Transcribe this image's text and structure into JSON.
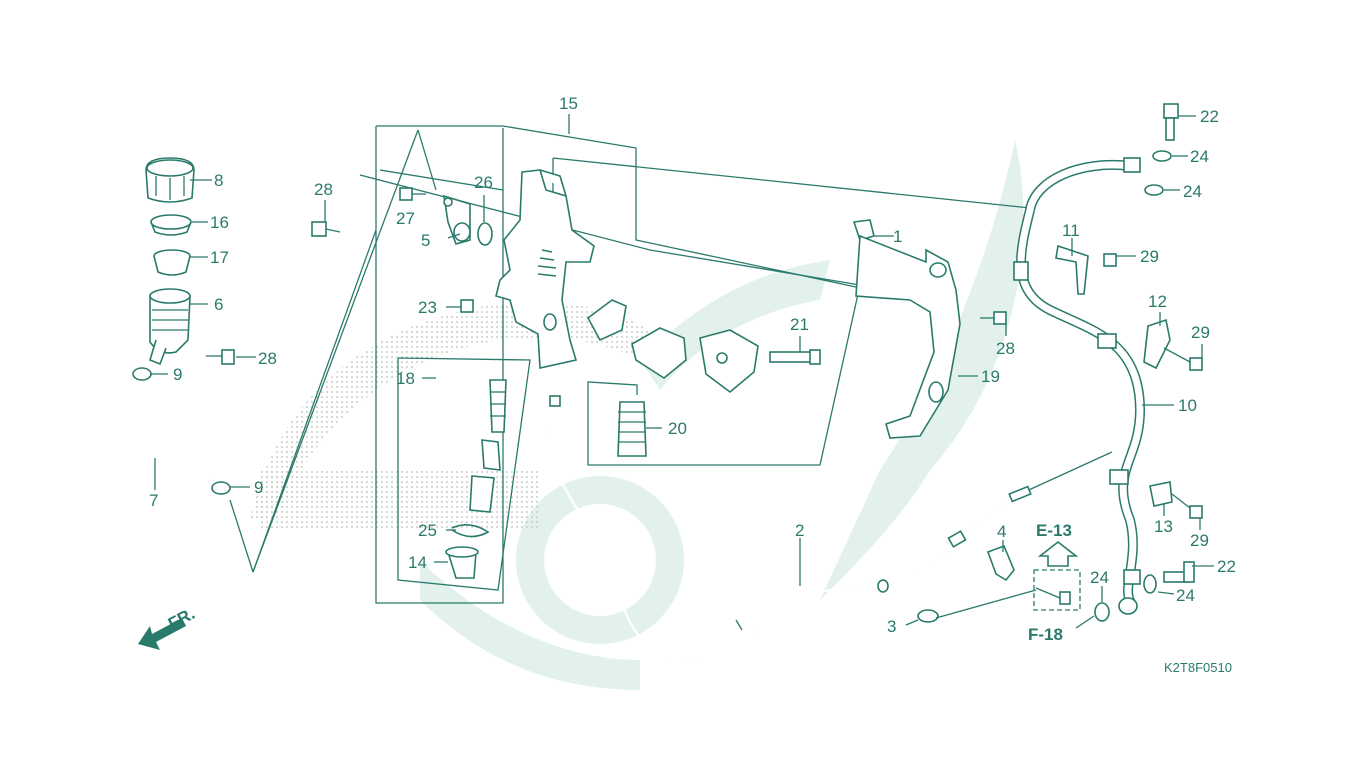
{
  "diagram": {
    "code": "K2T8F0510",
    "direction_label": "FR.",
    "refs": {
      "top": "E-13",
      "bottom": "F-18"
    },
    "callouts": [
      {
        "id": "c1",
        "text": "1"
      },
      {
        "id": "c2",
        "text": "2"
      },
      {
        "id": "c3",
        "text": "3"
      },
      {
        "id": "c4",
        "text": "4"
      },
      {
        "id": "c5",
        "text": "5"
      },
      {
        "id": "c6",
        "text": "6"
      },
      {
        "id": "c7",
        "text": "7"
      },
      {
        "id": "c8",
        "text": "8"
      },
      {
        "id": "c9a",
        "text": "9"
      },
      {
        "id": "c9b",
        "text": "9"
      },
      {
        "id": "c10",
        "text": "10"
      },
      {
        "id": "c11",
        "text": "11"
      },
      {
        "id": "c12",
        "text": "12"
      },
      {
        "id": "c13",
        "text": "13"
      },
      {
        "id": "c14",
        "text": "14"
      },
      {
        "id": "c15",
        "text": "15"
      },
      {
        "id": "c16",
        "text": "16"
      },
      {
        "id": "c17",
        "text": "17"
      },
      {
        "id": "c18",
        "text": "18"
      },
      {
        "id": "c19",
        "text": "19"
      },
      {
        "id": "c20",
        "text": "20"
      },
      {
        "id": "c21",
        "text": "21"
      },
      {
        "id": "c22a",
        "text": "22"
      },
      {
        "id": "c22b",
        "text": "22"
      },
      {
        "id": "c23",
        "text": "23"
      },
      {
        "id": "c24a",
        "text": "24"
      },
      {
        "id": "c24b",
        "text": "24"
      },
      {
        "id": "c24c",
        "text": "24"
      },
      {
        "id": "c24d",
        "text": "24"
      },
      {
        "id": "c25",
        "text": "25"
      },
      {
        "id": "c26",
        "text": "26"
      },
      {
        "id": "c27",
        "text": "27"
      },
      {
        "id": "c28a",
        "text": "28"
      },
      {
        "id": "c28b",
        "text": "28"
      },
      {
        "id": "c28c",
        "text": "28"
      },
      {
        "id": "c29a",
        "text": "29"
      },
      {
        "id": "c29b",
        "text": "29"
      },
      {
        "id": "c29c",
        "text": "29"
      }
    ],
    "colors": {
      "line": "#2a7a6c",
      "watermark": "#e3f1ed",
      "background": "#ffffff"
    }
  }
}
